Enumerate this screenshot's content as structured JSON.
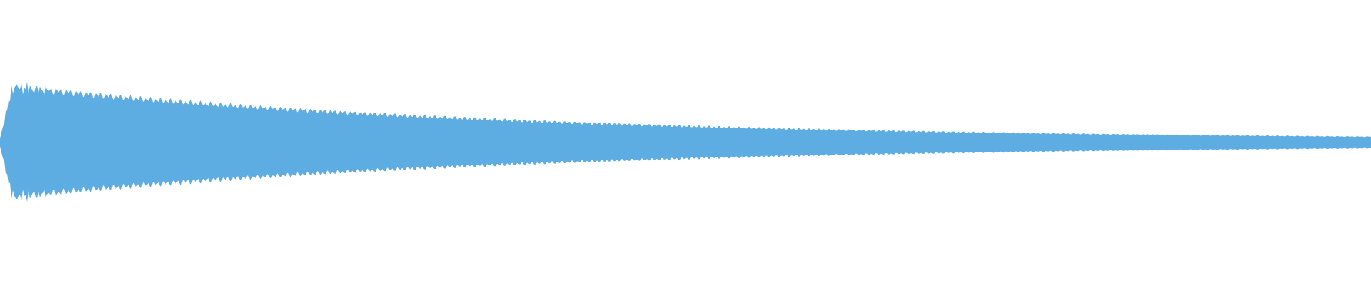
{
  "waveform": {
    "channel": "mono",
    "color": "#5DADE2",
    "background": "#FFFFFF",
    "envelope": "decaying",
    "peak_amplitude_fraction": 0.2,
    "tail_amplitude_fraction": 0.01
  }
}
